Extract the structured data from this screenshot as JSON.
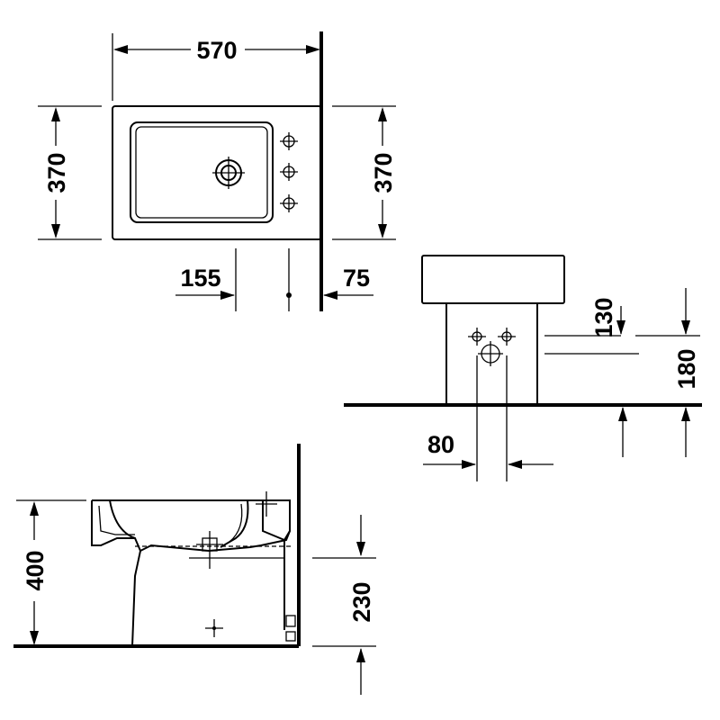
{
  "top_view": {
    "width": "570",
    "depth_left": "370",
    "depth_right": "370",
    "tap_offset": "155",
    "wall_gap": "75"
  },
  "front_view": {
    "overflow_height": "130",
    "waste_height": "180",
    "pipe_offset": "80"
  },
  "side_view": {
    "rim_height": "400",
    "waste_height": "230"
  }
}
